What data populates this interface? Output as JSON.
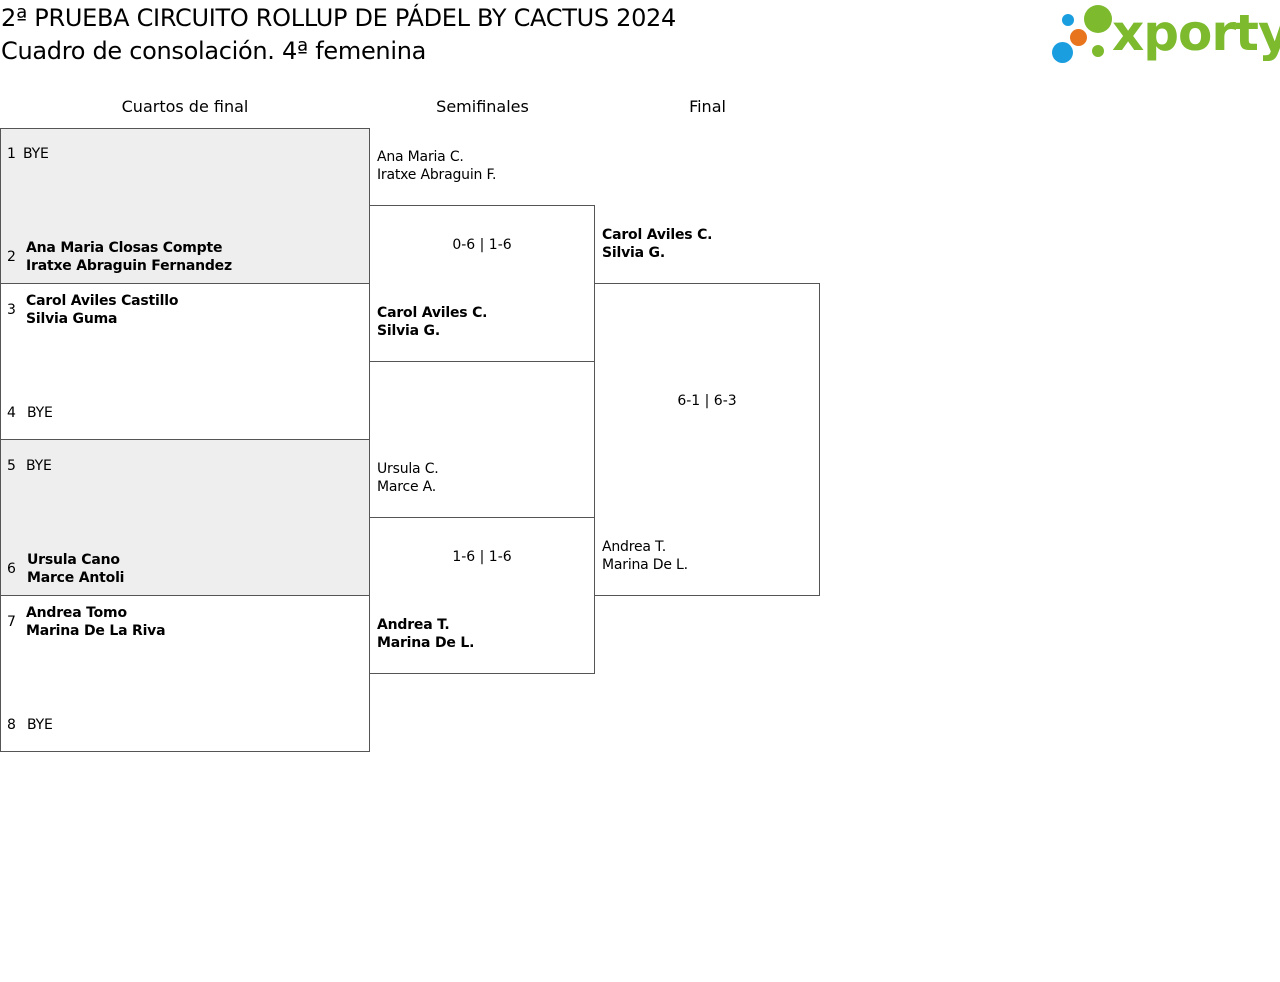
{
  "header": {
    "title": "2ª PRUEBA CIRCUITO ROLLUP DE PÁDEL BY CACTUS 2024",
    "subtitle": "Cuadro de consolación. 4ª femenina"
  },
  "logo": {
    "text": "xporty",
    "colors": {
      "green": "#7dba2e",
      "blue": "#1a9ee0",
      "orange": "#e8741e"
    }
  },
  "rounds": {
    "quarterfinals": "Cuartos de final",
    "semifinals": "Semifinales",
    "final": "Final"
  },
  "quarterfinals": [
    {
      "seed": "1",
      "line1": "BYE",
      "line2": ""
    },
    {
      "seed": "2",
      "line1": "Ana Maria Closas Compte",
      "line2": "Iratxe Abraguin Fernandez"
    },
    {
      "seed": "3",
      "line1": "Carol Aviles Castillo",
      "line2": "Silvia Guma"
    },
    {
      "seed": "4",
      "line1": "BYE",
      "line2": ""
    },
    {
      "seed": "5",
      "line1": "BYE",
      "line2": ""
    },
    {
      "seed": "6",
      "line1": "Ursula Cano",
      "line2": "Marce Antoli"
    },
    {
      "seed": "7",
      "line1": "Andrea Tomo",
      "line2": "Marina De La Riva"
    },
    {
      "seed": "8",
      "line1": "BYE",
      "line2": ""
    }
  ],
  "semifinals": [
    {
      "line1": "Ana Maria C.",
      "line2": "Iratxe Abraguin F."
    },
    {
      "line1": "Carol Aviles C.",
      "line2": "Silvia G."
    },
    {
      "line1": "Ursula C.",
      "line2": "Marce A."
    },
    {
      "line1": "Andrea T.",
      "line2": "Marina De L."
    }
  ],
  "semifinal_scores": [
    "0-6 | 1-6",
    "1-6 | 1-6"
  ],
  "final": [
    {
      "line1": "Carol Aviles C.",
      "line2": "Silvia G."
    },
    {
      "line1": "Andrea T.",
      "line2": "Marina De L."
    }
  ],
  "final_score": "6-1 | 6-3"
}
